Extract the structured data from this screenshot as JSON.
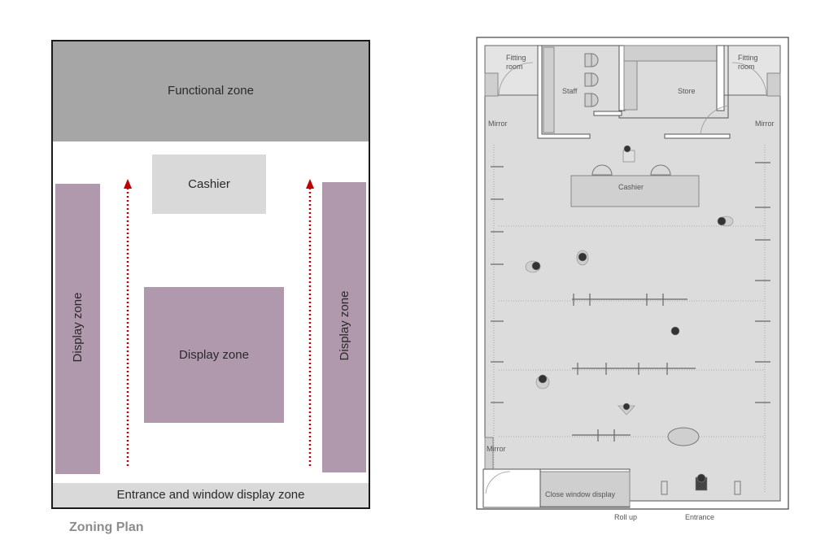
{
  "zoning_plan": {
    "caption": "Zoning Plan",
    "functional_zone": "Functional zone",
    "cashier": "Cashier",
    "display_left": "Display zone",
    "display_center": "Display zone",
    "display_right": "Display zone",
    "entrance_zone": "Entrance and window display zone",
    "colors": {
      "functional": "#a6a6a6",
      "cashier": "#d9d9d9",
      "display": "#b098ad",
      "entrance": "#d9d9d9",
      "arrow": "#c00000"
    }
  },
  "floor_plan": {
    "fitting_room_left": [
      "Fitting",
      "room"
    ],
    "fitting_room_right": [
      "Fitting",
      "room"
    ],
    "staff": "Staff",
    "store": "Store",
    "mirror_left": "Mirror",
    "mirror_right": "Mirror",
    "mirror_bottom": "Mirror",
    "cashier": "Cashier",
    "close_window_display": "Close window display",
    "roll_up": "Roll up",
    "entrance": "Entrance"
  }
}
